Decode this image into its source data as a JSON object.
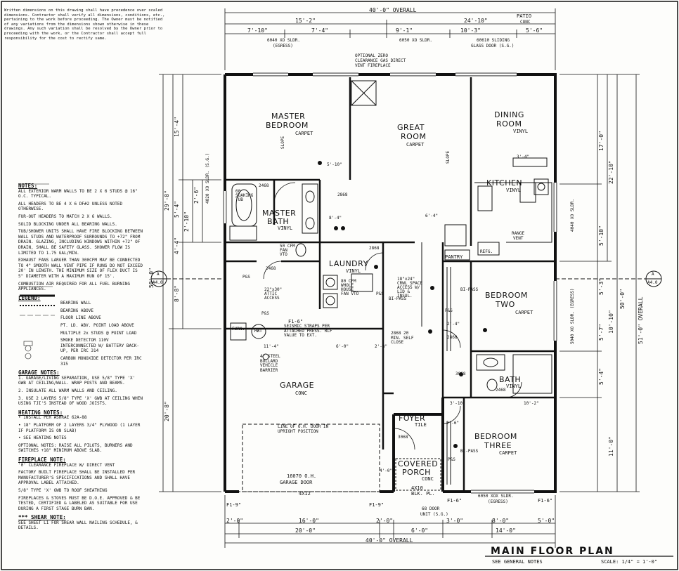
{
  "disclaimer": "Written dimensions on this drawing shall have precedence over scaled dimensions. Contractor shall verify all dimensions, conditions, etc., pertaining to the work before proceeding. The Owner must be notified of any variations from the dimensions shown otherwise in these drawings. Any such variation shall be resolved by the Owner prior to proceeding with the work, or the Contractor shall accept full responsibility for the cost to rectify same.",
  "dims": {
    "top_overall": "40'-0\" OVERALL",
    "top_left": "15'-2\"",
    "top_right": "24'-10\"",
    "top_a": "7'-10\"",
    "top_b": "7'-4\"",
    "top_c": "9'-1\"",
    "top_d": "10'-3\"",
    "top_e": "5'-6\"",
    "patio": "PATIO",
    "patio_fin": "CONC",
    "bottom_overall": "40'-0\" OVERALL",
    "bottom_a": "20'-0\"",
    "bottom_b": "16'-0\"",
    "bottom_c": "6'-0\"",
    "bottom_d": "3'-0\"",
    "bottom_e": "8'-0\"",
    "bottom_f": "5'-0\"",
    "bottom_g": "14'-0\"",
    "bottom_h": "2'-0\"",
    "bottom_i": "2'-0\"",
    "left_overall": "50'-0\"",
    "left_a": "29'-8\"",
    "left_b": "20'-8\"",
    "left_c": "15'-4\"",
    "left_d": "5'-4\"",
    "left_e": "4'-4\"",
    "left_f": "8'-8\"",
    "left_g": "2'-10\"",
    "left_h": "2'-6\"",
    "right_overall": "51'-0\" OVERALL",
    "right_a": "50'-0\"",
    "right_b": "22'-10\"",
    "right_c": "17'-0\"",
    "right_d": "5'-10\"",
    "right_e": "10'-10\"",
    "right_f": "5'-3\"",
    "right_g": "5'-7\"",
    "right_h": "5'-4\"",
    "right_i": "11'-0\""
  },
  "window_tags": {
    "w1": "6040 XO SLDR.",
    "w1b": "(EGRESS)",
    "w2": "6050 XO SLDR.",
    "w3": "60610 SLIDING",
    "w3b": "GLASS DOOR (S.G.)",
    "w4": "4020 XO SLDR. (S.G.)",
    "w5": "4040 XO SLDR.",
    "w6": "5040 XO SLDR. (EGRESS)",
    "w7": "6050 XOX SLDR.",
    "w7b": "(EGRESS)",
    "w8": "68 DOOR",
    "w8b": "UNIT (S.G.)",
    "w9": "16070 O.H.",
    "w9b": "GARAGE DOOR",
    "fireplace": "OPTIONAL ZERO CLEARANCE GAS DIRECT VENT FIREPLACE",
    "dir_vent": "DIRECT VENT"
  },
  "rooms": {
    "master_1": "MASTER",
    "master_2": "BEDROOM",
    "master_fin": "CARPET",
    "great_1": "GREAT",
    "great_2": "ROOM",
    "great_fin": "CARPET",
    "dining_1": "DINING",
    "dining_2": "ROOM",
    "dining_fin": "VINYL",
    "kitchen": "KITCHEN",
    "kitchen_fin": "VINYL",
    "mbath_1": "MASTER",
    "mbath_2": "BATH",
    "mbath_fin": "VINYL",
    "laundry": "LAUNDRY",
    "laundry_fin": "VINYL",
    "bed2_1": "BEDROOM",
    "bed2_2": "TWO",
    "bed2_fin": "CARPET",
    "bath": "BATH",
    "bath_fin": "VINYL",
    "bed3_1": "BEDROOM",
    "bed3_2": "THREE",
    "bed3_fin": "CARPET",
    "garage": "GARAGE",
    "garage_fin": "CONC",
    "foyer": "FOYER",
    "foyer_fin": "TILE",
    "porch_1": "COVERED",
    "porch_2": "PORCH",
    "porch_fin": "CONC",
    "pantry": "PANTRY",
    "refg": "REFG."
  },
  "small": {
    "slope": "SLOPE",
    "range": "RANGE",
    "range2": "VENT",
    "ps": "P&S",
    "d2468": "2468",
    "d2868": "2868",
    "d3068": "3068",
    "bipass": "BI-PASS",
    "soaking": "60 SOAKING TUB",
    "fan": "50 CFM FAN VTO",
    "fan2": "80 CFM WHOLE HOUSE FAN VTO",
    "attic": "22\"x30\" ATTIC ACCESS",
    "crawl": "18\"x24\" CRWL SPACE ACCESS W/ LID & INSUL.",
    "fire_door": "2868 20 MIN. SELF CLOSE",
    "straps": "SEISMIC STRAPS PER ATTACHED PRESS. RLF VALUE TO EXT.",
    "bollard": "4\" STEEL BOLLARD VEHICLE BARRIER",
    "furn": "FURN.",
    "hwt": "HWT",
    "f16": "F1-6\"",
    "f19": "F1-9\"",
    "f19b": "F1-9\"",
    "f16b": "F1-6\"",
    "f16c": "F1-6\"",
    "ohdoor": "LINE OF O.H. DOOR IN UPRIGHT POSITION",
    "header": "4X12",
    "header2": "4X10",
    "header3": "BLK. PL.",
    "d_510": "5'-10\"",
    "d_84": "8'-4\"",
    "d_64": "6'-4\"",
    "d_34": "3'-4\"",
    "d_24": "2'-4\"",
    "d_114": "11'-4\"",
    "d_60": "6'-0\"",
    "d_28": "2'-8\"",
    "d_310": "3'-10\"",
    "d_102": "10'-2\"",
    "d_26": "2'-6\"",
    "d_40": "4'-0\""
  },
  "notes": {
    "h1": "NOTES:",
    "n1": "ALL EXTERIOR WARM WALLS TO BE 2 X 6 STUDS @ 16\" O.C. TYPICAL.",
    "n2": "ALL HEADERS TO BE 4 X 6 DF#2 UNLESS NOTED OTHERWISE.",
    "n3": "FUR-OUT HEADERS TO MATCH 2 X 6 WALLS.",
    "n4": "SOLID BLOCKING UNDER ALL BEARING WALLS.",
    "n5": "TUB/SHOWER UNITS SHALL HAVE FIRE BLOCKING BETWEEN WALL STUDS AND WATERPROOF SURROUNDS TO +72\" FROM DRAIN. GLAZING, INCLUDING WINDOWS WITHIN +72\" OF DRAIN, SHALL BE SAFETY GLASS. SHOWER FLOW IS LIMITED TO 1.75 GAL/MIN.",
    "n6": "EXHAUST FANS LARGER THAN 300CFM MAY BE CONNECTED TO 4\" SMOOTH WALL VENT PIPE IF RUNS DO NOT EXCEED 20' IN LENGTH. THE MINIMUM SIZE OF FLEX DUCT IS 5\" DIAMETER WITH A MAXIMUM RUN OF 15'.",
    "n7": "COMBUSTION AIR REQUIRED FOR ALL FUEL BURNING APPLIANCES.",
    "legend": "LEGEND:",
    "l1": "BEARING WALL",
    "l2": "BEARING ABOVE",
    "l3": "FLOOR LINE ABOVE",
    "l4": "POINT LOAD ABOVE",
    "l4b": "PT. LD. ABV.",
    "l5": "MULTIPLE 2x STUDS @ POINT LOAD",
    "l6": "SMOKE DETECTOR 110V INTERCONNECTED W/ BATTERY BACK-UP, PER IRC 314",
    "l7": "CARBON MONOXIDE DETECTOR PER IRC 315",
    "h2": "GARAGE NOTES:",
    "g1": "1. GARAGE/LIVING SEPARATION, USE 5/8\" TYPE 'X' GWB AT CEILING/WALL. WRAP POSTS AND BEAMS.",
    "g2": "2. INSULATE ALL WARM WALLS AND CEILING.",
    "g3": "3. USE 2 LAYERS 5/8\" TYPE 'X' GWB AT CEILING WHEN USING TJI'S INSTEAD OF WOOD JOISTS.",
    "h3": "HEATING NOTES:",
    "hn1": "• INSTALL PER ASHRAE 62A-88",
    "hn2": "• 18\" PLATFORM OF 2 LAYERS 3/4\" PLYWOOD (1 LAYER IF PLATFORM IS ON SLAB)",
    "hn3": "• SEE HEATING NOTES",
    "hn4": "OPTIONAL NOTES: RAISE ALL PILOTS, BURNERS AND SWITCHES +18\" MINIMUM ABOVE SLAB.",
    "h4": "FIREPLACE NOTE:",
    "f1": "'0' CLEARANCE FIREPLACE W/ DIRECT VENT",
    "f2": "FACTORY BUILT FIREPLACE SHALL BE INSTALLED PER MANUFACTURER'S SPECIFICATIONS AND SHALL HAVE APPROVAL LABEL ATTACHED.",
    "f3": "5/8\" TYPE 'X' GWB TO ROOF SHEATHING",
    "f4": "FIREPLACES & STOVES MUST BE D.O.E. APPROVED & BE TESTED, CERTIFIED & LABELED AS SUITABLE FOR USE DURING A FIRST STAGE BURN BAN.",
    "h5": "*** SHEAR NOTE:",
    "s1": "SEE SHEET L1 FOR SHEAR WALL NAILING SCHEDULE, & DETAILS."
  },
  "title": {
    "main": "MAIN FLOOR PLAN",
    "sub": "SEE GENERAL NOTES",
    "scale": "SCALE: 1/4\" = 1'-0\""
  },
  "section_marks": {
    "a": "A",
    "a_sheet": "A4.0"
  }
}
